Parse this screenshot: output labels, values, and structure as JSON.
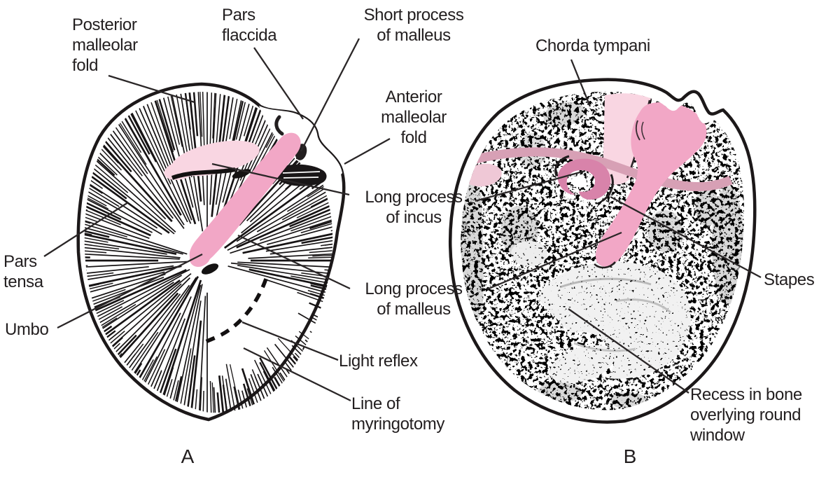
{
  "figure": {
    "panel_a": {
      "letter": "A",
      "labels": {
        "posterior_malleolar_fold": "Posterior\nmalleolar\nfold",
        "pars_flaccida": "Pars\nflaccida",
        "short_process_of_malleus": "Short process\nof malleus",
        "anterior_malleolar_fold": "Anterior\nmalleolar\nfold",
        "long_process_of_incus": "Long process\nof incus",
        "pars_tensa": "Pars\ntensa",
        "long_process_of_malleus": "Long process\nof malleus",
        "umbo": "Umbo",
        "light_reflex": "Light reflex",
        "line_of_myringotomy": "Line of\nmyringotomy"
      }
    },
    "panel_b": {
      "letter": "B",
      "labels": {
        "chorda_tympani": "Chorda tympani",
        "stapes": "Stapes",
        "recess_round_window": "Recess in bone\noverlying round\nwindow"
      }
    },
    "colors": {
      "ink": "#221e1f",
      "malleus_pink": "#F2A7C6",
      "incus_light_pink": "#F9D6E2",
      "chorda_mauve": "#D7A0B5",
      "stapes_rose": "#D883AA",
      "bone_gray": "#D8D8D8"
    }
  }
}
